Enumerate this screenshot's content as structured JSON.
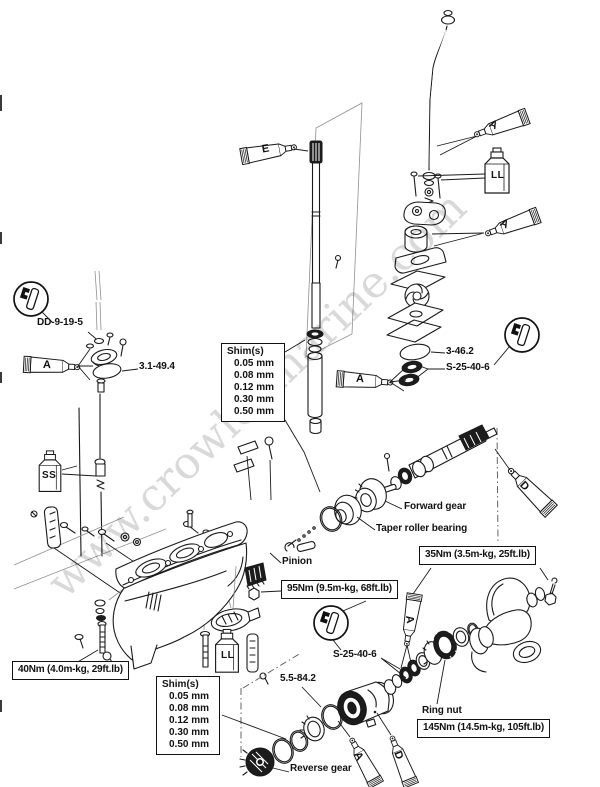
{
  "watermark": {
    "text": "www.crowleymarine.com"
  },
  "part_labels": {
    "dd_9_19_5": "DD-9-19-5",
    "ref_3_1_49_4": "3.1-49.4",
    "ref_3_46_2": "3-46.2",
    "s_25_40_6_upper": "S-25-40-6",
    "s_25_40_6_lower": "S-25-40-6",
    "forward_gear": "Forward gear",
    "taper_roller_bearing": "Taper roller bearing",
    "pinion": "Pinion",
    "ref_5_5_84_2": "5.5-84.2",
    "ring_nut": "Ring nut",
    "reverse_gear": "Reverse gear"
  },
  "torque_labels": {
    "lower_mount": "40Nm (4.0m-kg, 29ft.lb)",
    "pinion_nut": "95Nm (9.5m-kg, 68ft.lb)",
    "propeller_nut": "35Nm (3.5m-kg, 25ft.lb)",
    "ring_nut": "145Nm (14.5m-kg, 105ft.lb)"
  },
  "shim_boxes": {
    "upper": {
      "title": "Shim(s)",
      "values": [
        "0.05 mm",
        "0.08 mm",
        "0.12 mm",
        "0.30 mm",
        "0.50 mm"
      ]
    },
    "lower": {
      "title": "Shim(s)",
      "values": [
        "0.05 mm",
        "0.08 mm",
        "0.12 mm",
        "0.30 mm",
        "0.50 mm"
      ]
    }
  },
  "markers": {
    "tube_e": "E",
    "tube_a": "A",
    "tube_d": "D",
    "bottle_ss": "SS",
    "bottle_ll": "LL"
  },
  "colors": {
    "ink": "#1a1a1a",
    "paper": "#ffffff",
    "watermark": "rgba(0,0,0,0.15)"
  }
}
